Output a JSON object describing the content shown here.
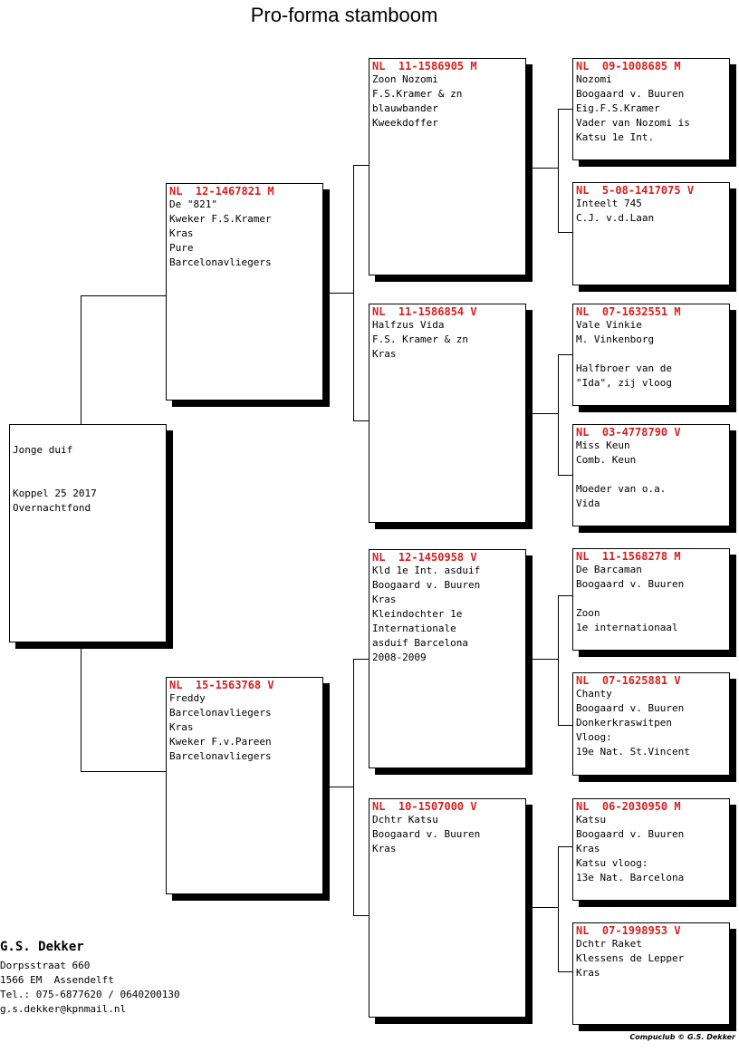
{
  "page": {
    "title": "Pro-forma stamboom",
    "footer": "Compuclub © G.S. Dekker",
    "ring_color": "#d42020"
  },
  "root": {
    "lines": [
      "Jonge duif",
      "",
      "",
      "Koppel 25 2017",
      "Overnachtfond"
    ]
  },
  "parents": [
    {
      "ring": "NL  12-1467821 M",
      "lines": [
        "De \"821\"",
        "Kweker F.S.Kramer",
        "Kras",
        "Pure",
        "Barcelonavliegers"
      ]
    },
    {
      "ring": "NL  15-1563768 V",
      "lines": [
        "Freddy",
        "Barcelonavliegers",
        "Kras",
        "Kweker F.v.Pareen",
        "Barcelonavliegers"
      ]
    }
  ],
  "grandparents": [
    {
      "ring": "NL  11-1586905 M",
      "lines": [
        "Zoon Nozomi",
        "F.S.Kramer & zn",
        "blauwbander",
        "Kweekdoffer"
      ]
    },
    {
      "ring": "NL  11-1586854 V",
      "lines": [
        "Halfzus Vida",
        "F.S. Kramer & zn",
        "Kras"
      ]
    },
    {
      "ring": "NL  12-1450958 V",
      "lines": [
        "Kld 1e Int. asduif",
        "Boogaard v. Buuren",
        "Kras",
        "Kleindochter 1e",
        "Internationale",
        "asduif Barcelona",
        "2008-2009"
      ]
    },
    {
      "ring": "NL  10-1507000 V",
      "lines": [
        "Dchtr Katsu",
        "Boogaard v. Buuren",
        "Kras"
      ]
    }
  ],
  "great_grandparents": [
    {
      "ring": "NL  09-1008685 M",
      "lines": [
        "Nozomi",
        "Boogaard v. Buuren",
        "Eig.F.S.Kramer",
        "Vader van Nozomi is",
        "Katsu 1e Int."
      ]
    },
    {
      "ring": "NL  5-08-1417075 V",
      "lines": [
        "Inteelt 745",
        "C.J. v.d.Laan"
      ]
    },
    {
      "ring": "NL  07-1632551 M",
      "lines": [
        "Vale Vinkie",
        "M. Vinkenborg",
        "",
        "Halfbroer van de",
        "\"Ida\", zij vloog"
      ]
    },
    {
      "ring": "NL  03-4778790 V",
      "lines": [
        "Miss Keun",
        "Comb. Keun",
        "",
        "Moeder van o.a.",
        "Vida"
      ]
    },
    {
      "ring": "NL  11-1568278 M",
      "lines": [
        "De Barcaman",
        "Boogaard v. Buuren",
        "",
        "Zoon",
        "1e internationaal"
      ]
    },
    {
      "ring": "NL  07-1625881 V",
      "lines": [
        "Chanty",
        "Boogaard v. Buuren",
        "Donkerkraswitpen",
        "Vloog:",
        "19e Nat. St.Vincent"
      ]
    },
    {
      "ring": "NL  06-2030950 M",
      "lines": [
        "Katsu",
        "Boogaard v. Buuren",
        "Kras",
        "Katsu vloog:",
        "13e Nat. Barcelona"
      ]
    },
    {
      "ring": "NL  07-1998953 V",
      "lines": [
        "Dchtr Raket",
        "Klessens de Lepper",
        "Kras"
      ]
    }
  ],
  "owner": {
    "name": "G.S. Dekker",
    "lines": [
      "Dorpsstraat 660",
      "1566 EM  Assendelft",
      "Tel.: 075-6877620 / 0640200130",
      "g.s.dekker@kpnmail.nl"
    ]
  }
}
